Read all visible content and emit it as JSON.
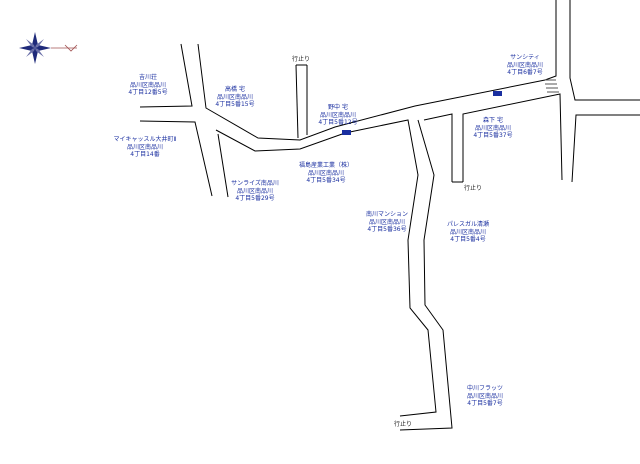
{
  "colors": {
    "label": "#1a2fa0",
    "road": "#000000",
    "compass": "#1f2a7a"
  },
  "compass": {
    "icon": "compass-rose-icon"
  },
  "buildings": [
    {
      "name": "吉川荘",
      "area": "品川区南品川",
      "address": "4丁目12番5号"
    },
    {
      "name": "高橋 宅",
      "area": "品川区南品川",
      "address": "4丁目5番15号"
    },
    {
      "name": "マイキャッスル大井町Ⅱ",
      "area": "品川区南品川",
      "address": "4丁目14番"
    },
    {
      "name": "サンライズ南品川",
      "area": "品川区南品川",
      "address": "4丁目5番29号"
    },
    {
      "name": "野中 宅",
      "area": "品川区南品川",
      "address": "4丁目5番12号"
    },
    {
      "name": "福島産業工業（株）",
      "area": "品川区南品川",
      "address": "4丁目5番34号"
    },
    {
      "name": "サンシティ",
      "area": "品川区南品川",
      "address": "4丁目6番7号"
    },
    {
      "name": "森下 宅",
      "area": "品川区南品川",
      "address": "4丁目5番37号"
    },
    {
      "name": "南川マンション",
      "area": "品川区南品川",
      "address": "4丁目5番36号"
    },
    {
      "name": "パレスガル清瀬",
      "area": "品川区南品川",
      "address": "4丁目5番4号"
    },
    {
      "name": "中川フラッツ",
      "area": "品川区南品川",
      "address": "4丁目5番7号"
    }
  ],
  "dead_ends": [
    "行止り",
    "行止り",
    "行止り"
  ]
}
